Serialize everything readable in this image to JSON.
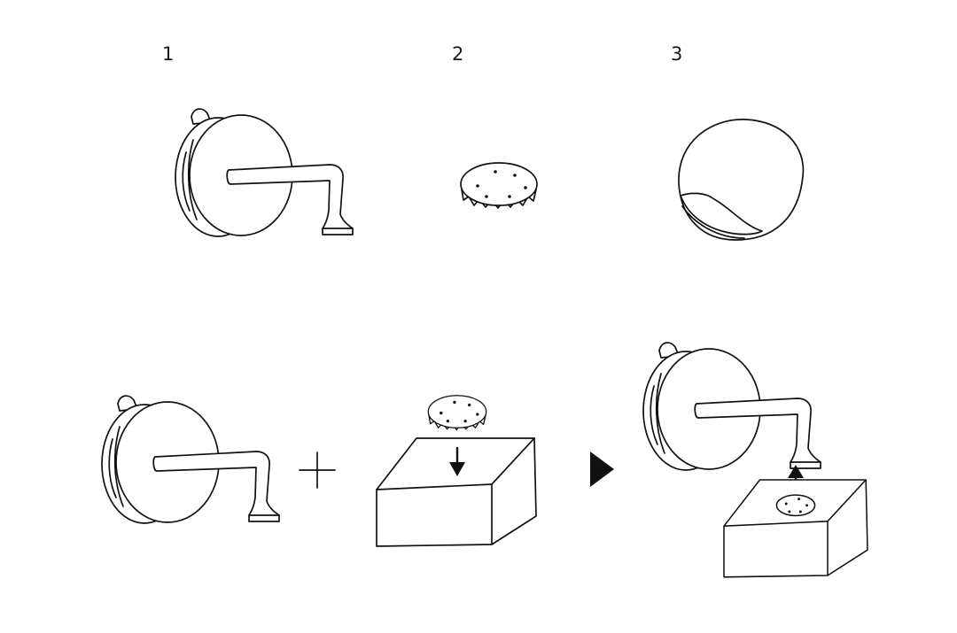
{
  "steps": [
    {
      "label": "1"
    },
    {
      "label": "2"
    },
    {
      "label": "3"
    }
  ],
  "icons": {
    "faucet_device": "faucet-device-icon",
    "filter_cap": "filter-cap-icon",
    "sealed_pod": "sealed-pod-icon",
    "plus": "plus-icon",
    "sponge_block": "sponge-block-icon",
    "play_arrow": "play-arrow-icon",
    "down_arrow": "down-arrow-icon",
    "up_arrow": "up-arrow-icon"
  },
  "colors": {
    "ink": "#111111",
    "background": "#ffffff"
  }
}
